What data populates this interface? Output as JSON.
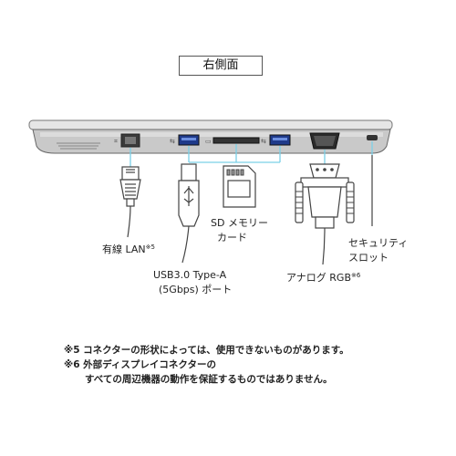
{
  "title": "右側面",
  "labels": {
    "lan": "有線 LAN",
    "lan_ref": "※5",
    "sd_line1": "SD メモリー",
    "sd_line2": "カード",
    "usb_line1": "USB3.0 Type-A",
    "usb_line2": "(5Gbps) ポート",
    "rgb": "アナログ RGB",
    "rgb_ref": "※6",
    "security_line1": "セキュリティ",
    "security_line2": "スロット"
  },
  "notes": {
    "note5": "※5 コネクターの形状によっては、使用できないものがあります。",
    "note6_line1": "※6 外部ディスプレイコネクターの",
    "note6_line2": "すべての周辺機器の動作を保証するものではありません。"
  },
  "colors": {
    "accent_line": "#7ad0e8",
    "body_silver": "#c8c8c8",
    "outline": "#444444"
  },
  "icons": [
    "lan-icon",
    "usb-icon",
    "sd-icon",
    "vga-icon",
    "security-lock-icon"
  ]
}
